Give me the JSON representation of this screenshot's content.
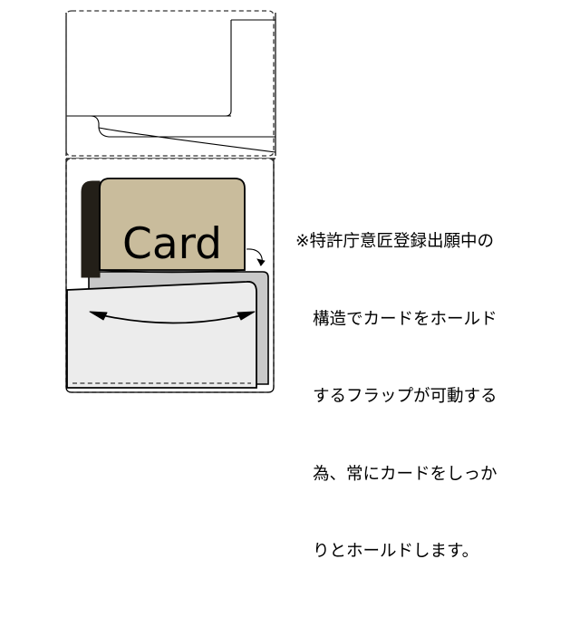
{
  "illustration": {
    "title": "wallet-card-holder-cross-section",
    "card_label": "Card",
    "colors": {
      "card_face": "#c9bc9c",
      "card_edge": "#231f18",
      "pocket_panel": "#c8c8c8",
      "front_flap": "#ececec",
      "outline": "#000000",
      "dashed_outline": "#444444",
      "background": "#ffffff"
    },
    "parts": [
      {
        "name": "wallet-body-outline",
        "style": "dashed rounded rectangle"
      },
      {
        "name": "upper-compartment",
        "style": "solid line panel"
      },
      {
        "name": "card",
        "style": "tan rounded rectangle"
      },
      {
        "name": "pocket-panel",
        "style": "grey panel"
      },
      {
        "name": "movable-flap",
        "style": "light grey rounded flap"
      },
      {
        "name": "motion-arrow",
        "style": "double headed curved arrow"
      }
    ]
  },
  "note": {
    "lines": [
      "※特許庁意匠登録出願中の",
      "構造でカードをホールド",
      "するフラップが可動する",
      "為、常にカードをしっか",
      "りとホールドします。"
    ]
  }
}
